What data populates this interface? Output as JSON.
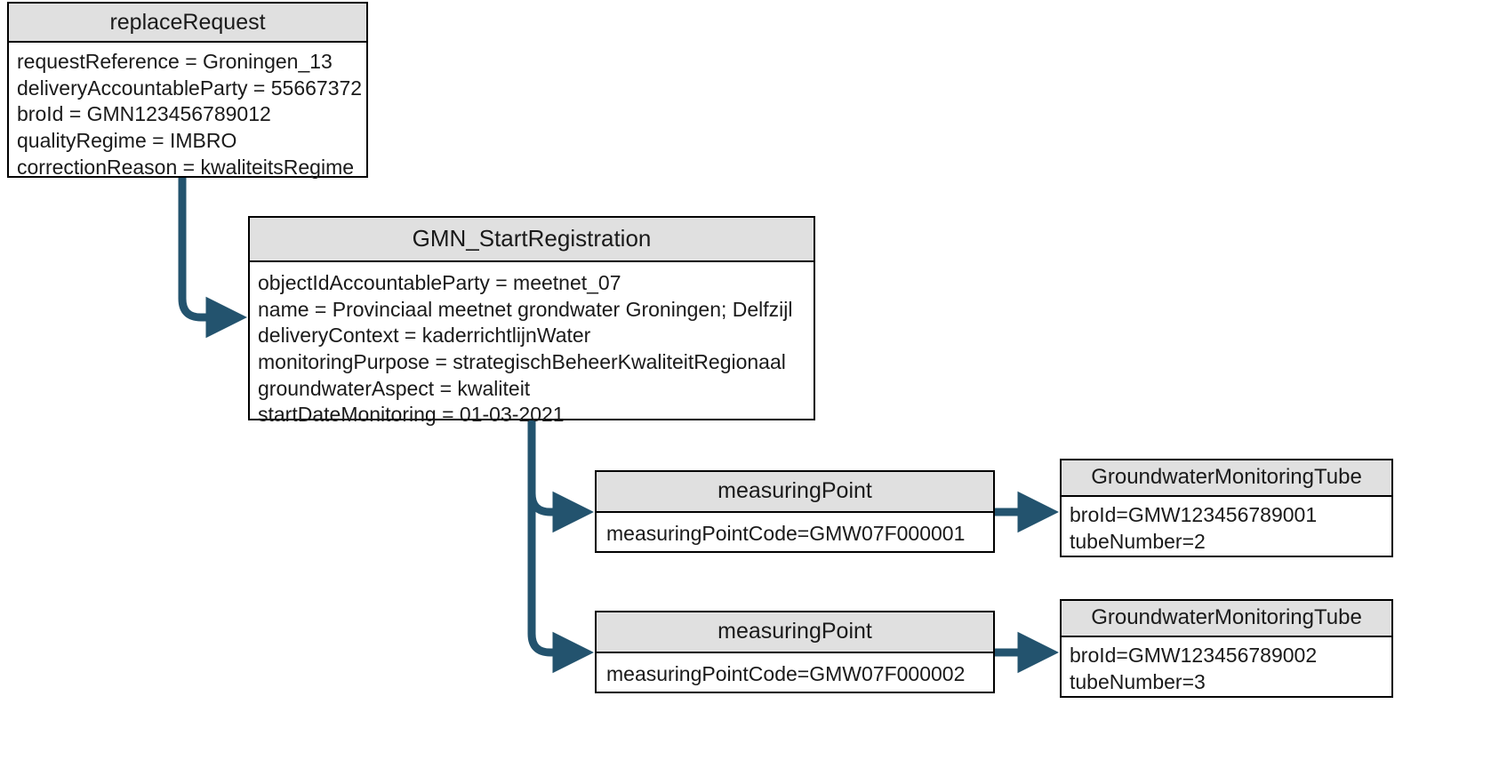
{
  "diagram": {
    "title": "replaceRequest GMN_StartRegistration object diagram",
    "colors": {
      "header_fill": "#e0e0e0",
      "box_fill": "#ffffff",
      "border": "#000000",
      "arrow": "#23536e",
      "text": "#1a1a1a"
    }
  },
  "boxes": {
    "replace_request": {
      "title": "replaceRequest",
      "attributes": [
        "requestReference = Groningen_13",
        "deliveryAccountableParty = 55667372",
        "broId = GMN123456789012",
        "qualityRegime = IMBRO",
        "correctionReason = kwaliteitsRegime"
      ]
    },
    "gmn_start_registration": {
      "title": "GMN_StartRegistration",
      "attributes": [
        "objectIdAccountableParty = meetnet_07",
        "name = Provinciaal meetnet grondwater Groningen; Delfzijl",
        "deliveryContext = kaderrichtlijnWater",
        "monitoringPurpose = strategischBeheerKwaliteitRegionaal",
        "groundwaterAspect = kwaliteit",
        "startDateMonitoring = 01-03-2021"
      ]
    },
    "measuring_point_1": {
      "title": "measuringPoint",
      "attributes": [
        "measuringPointCode=GMW07F000001"
      ]
    },
    "measuring_point_2": {
      "title": "measuringPoint",
      "attributes": [
        "measuringPointCode=GMW07F000002"
      ]
    },
    "tube_1": {
      "title": "GroundwaterMonitoringTube",
      "attributes": [
        "broId=GMW123456789001",
        "tubeNumber=2"
      ]
    },
    "tube_2": {
      "title": "GroundwaterMonitoringTube",
      "attributes": [
        "broId=GMW123456789002",
        "tubeNumber=3"
      ]
    }
  },
  "connectors": [
    {
      "name": "replace-request-to-gmn-start",
      "from": "replace_request",
      "to": "gmn_start_registration",
      "style": "elbow-down-right"
    },
    {
      "name": "gmn-start-to-measuring-point-1",
      "from": "gmn_start_registration",
      "to": "measuring_point_1",
      "style": "elbow-down-right"
    },
    {
      "name": "gmn-start-to-measuring-point-2",
      "from": "gmn_start_registration",
      "to": "measuring_point_2",
      "style": "elbow-down-right"
    },
    {
      "name": "measuring-point-1-to-tube-1",
      "from": "measuring_point_1",
      "to": "tube_1",
      "style": "straight-right"
    },
    {
      "name": "measuring-point-2-to-tube-2",
      "from": "measuring_point_2",
      "to": "tube_2",
      "style": "straight-right"
    }
  ]
}
